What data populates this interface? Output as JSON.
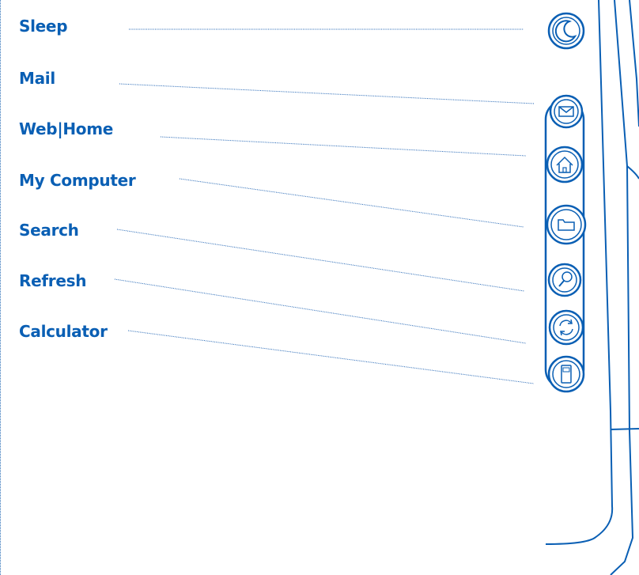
{
  "accent_color": "#0a5fb4",
  "keys": [
    {
      "label": "Sleep",
      "icon": "moon-icon"
    },
    {
      "label": "Mail",
      "icon": "envelope-icon"
    },
    {
      "label": "Web|Home",
      "icon": "home-icon"
    },
    {
      "label": "My Computer",
      "icon": "folder-icon"
    },
    {
      "label": "Search",
      "icon": "magnifier-icon"
    },
    {
      "label": "Refresh",
      "icon": "refresh-icon"
    },
    {
      "label": "Calculator",
      "icon": "calculator-icon"
    }
  ]
}
